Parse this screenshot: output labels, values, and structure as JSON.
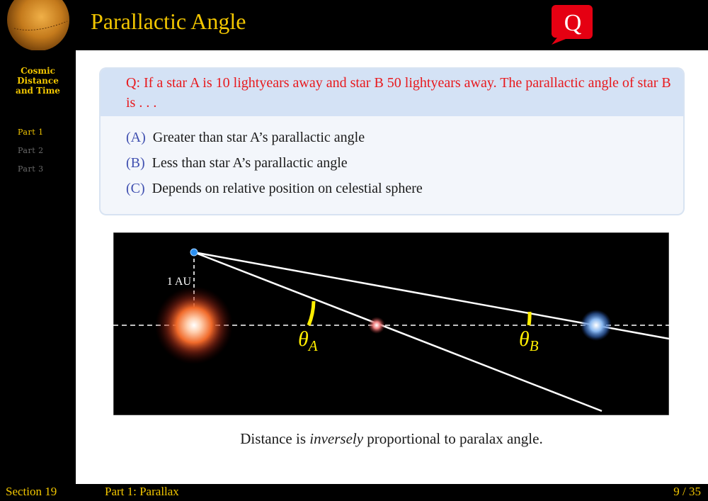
{
  "header": {
    "title": "Parallactic Angle",
    "badge": "Q"
  },
  "sidebar": {
    "title_lines": [
      "Cosmic",
      "Distance",
      "and Time"
    ],
    "parts": [
      {
        "label": "Part 1",
        "active": true
      },
      {
        "label": "Part 2",
        "active": false
      },
      {
        "label": "Part 3",
        "active": false
      }
    ]
  },
  "question": {
    "text": "Q: If a star A is 10 lightyears away and star B 50 lightyears away. The parallactic angle of star B is . . .",
    "options": [
      {
        "label": "(A)",
        "text": "Greater than star A’s parallactic angle"
      },
      {
        "label": "(B)",
        "text": "Less than star A’s parallactic angle"
      },
      {
        "label": "(C)",
        "text": "Depends on relative position on celestial sphere"
      }
    ]
  },
  "diagram": {
    "au_label": "1 AU",
    "theta_a": {
      "symbol": "θ",
      "sub": "A"
    },
    "theta_b": {
      "symbol": "θ",
      "sub": "B"
    }
  },
  "caption": {
    "before": "Distance is ",
    "emph": "inversely",
    "after": " proportional to paralax angle."
  },
  "footer": {
    "section": "Section 19",
    "part": "Part 1:  Parallax",
    "page": "9 / 35"
  },
  "colors": {
    "accent": "#f2c600",
    "question_red": "#e8191d",
    "option_label": "#4050b0",
    "angle_yellow": "#ffee00"
  }
}
